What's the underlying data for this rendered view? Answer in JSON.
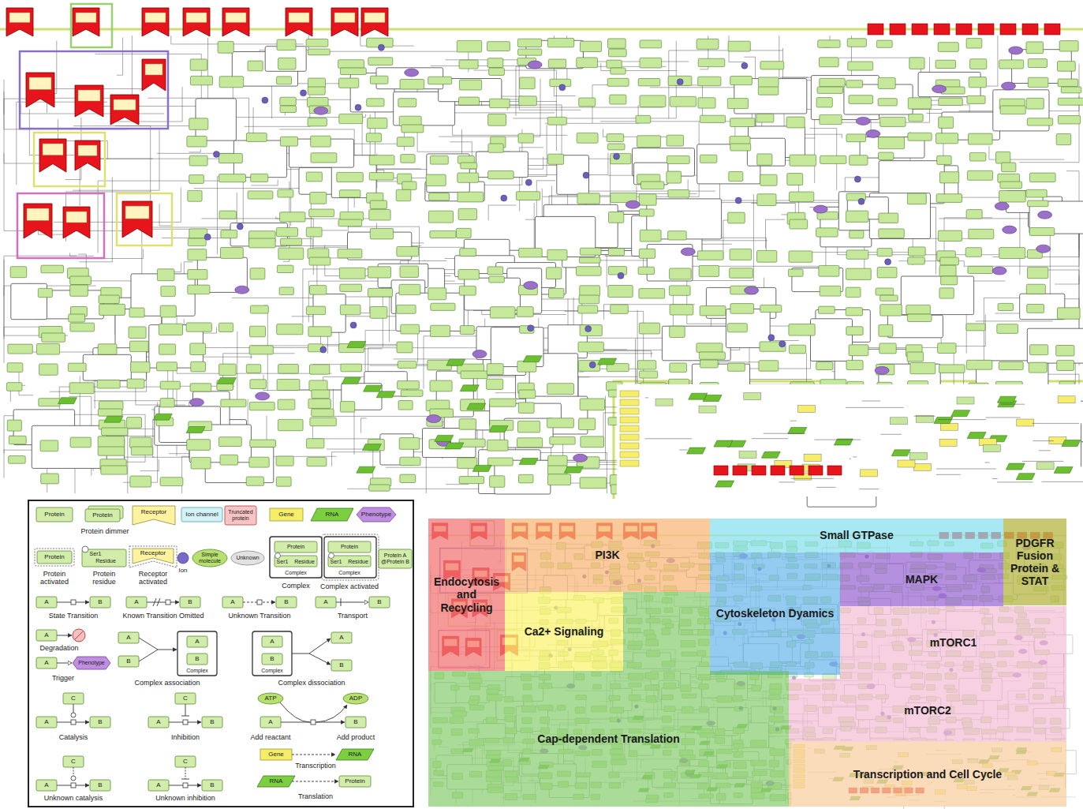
{
  "diagram": {
    "nodes": [
      {
        "text": [
          "Endocytosis and Recycling"
        ]
      },
      {
        "text": [
          "PI3K"
        ]
      },
      {
        "text": [
          "Small GTPase"
        ]
      },
      {
        "text": [
          "PDGFR Fusion Protein & STAT"
        ]
      },
      {
        "text": [
          "MAPK"
        ]
      },
      {
        "text": [
          "Ca2+ Signaling"
        ]
      },
      {
        "text": [
          "Cytoskeleton Dyamics"
        ]
      },
      {
        "text": [
          "mTORC1"
        ]
      },
      {
        "text": [
          "mTORC2"
        ]
      },
      {
        "text": [
          "Cap-dependent Translation"
        ]
      },
      {
        "text": [
          "Transcription and Cell Cycle"
        ]
      }
    ],
    "labels": [
      "Protein",
      "Protein",
      "Ser1",
      "Residue",
      "Receptor",
      "Ion",
      "Simple molecule",
      "Unknown",
      "Protein",
      "Ser1",
      "Residue",
      "Complex",
      "Protein",
      "Ser1",
      "Residue",
      "Complex",
      "Protein A @Protein B",
      "A",
      "B",
      "A",
      "B",
      "A",
      "B",
      "A",
      "B",
      "A",
      "A",
      "Phenotype",
      "A",
      "B",
      "A",
      "B",
      "Complex",
      "A",
      "B",
      "Complex",
      "A",
      "B",
      "C",
      "A",
      "B",
      "C",
      "A",
      "B",
      "ATP",
      "ADP",
      "A",
      "B",
      "Gene",
      "RNA",
      "C",
      "A",
      "B",
      "C",
      "A",
      "B",
      "RNA",
      "Protein"
    ],
    "legend": [
      {
        "text": "Protein"
      },
      {
        "text": "Protein dimmer"
      },
      {
        "text": "Receptor"
      },
      {
        "text": "Ion channel"
      },
      {
        "text": "Truncated protein"
      },
      {
        "text": "Gene"
      },
      {
        "text": "RNA"
      },
      {
        "text": "Phenotype"
      },
      {
        "text": "Protein activated"
      },
      {
        "text": "Protein residue"
      },
      {
        "text": "Receptor activated"
      },
      {
        "text": "Complex"
      },
      {
        "text": "Complex activated"
      },
      {
        "text": "State Transition"
      },
      {
        "text": "Known Transition Omitted"
      },
      {
        "text": "Unknown Transition"
      },
      {
        "text": "Transport"
      },
      {
        "text": "Degradation"
      },
      {
        "text": "Trigger"
      },
      {
        "text": "Complex association"
      },
      {
        "text": "Complex dissociation"
      },
      {
        "text": "Catalysis"
      },
      {
        "text": "Inhibition"
      },
      {
        "text": "Add reactant"
      },
      {
        "text": "Add product"
      },
      {
        "text": "Transcription"
      },
      {
        "text": "Unknown catalysis"
      },
      {
        "text": "Unknown inhibition"
      },
      {
        "text": "Translation"
      }
    ]
  }
}
